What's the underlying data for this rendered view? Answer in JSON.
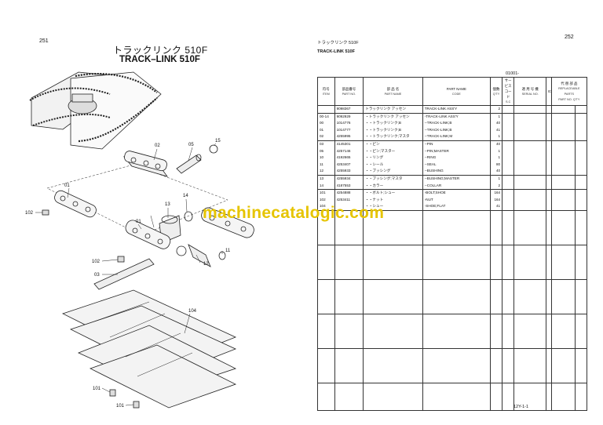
{
  "left_page": {
    "page_number": "251",
    "title_jp": "トラックリンク 510F",
    "title_en": "TRACK–LINK 510F",
    "callouts": [
      "01",
      "02",
      "05",
      "15",
      "14",
      "13",
      "12",
      "11",
      "01",
      "102",
      "102",
      "03",
      "104",
      "101",
      "101"
    ]
  },
  "right_page": {
    "page_number": "252",
    "title_jp": "トラックリンク 510F",
    "title_en": "TRACK-LINK 510F",
    "code": "01001-",
    "headers": {
      "item": {
        "jp": "符号",
        "en": "ITEM"
      },
      "part_no": {
        "jp": "部品番号",
        "en": "PART NO."
      },
      "part_name_jp": {
        "jp": "部 品 名",
        "en": "PART NAME"
      },
      "part_name_en": {
        "jp": "PART NAME",
        "en": "CODE"
      },
      "qty": {
        "jp": "個数",
        "en": "Q'TY"
      },
      "sc": {
        "jp": "サービスコード",
        "en": "S.C"
      },
      "serial": {
        "jp": "適 用 号 機",
        "en": "SERIAL NO."
      },
      "replaceable": {
        "jp": "代 替 部 品",
        "en": "REPLACEABLE PARTS"
      },
      "rep_part_no": {
        "jp": "部品番号",
        "en": "PART NO."
      },
      "rep_qty": {
        "jp": "個数",
        "en": "Q'TY"
      },
      "ex": "EX"
    },
    "rows": [
      {
        "item": "",
        "part_no": "9098367",
        "name_jp": "トラックリンク アッセン",
        "name_en": "TRACK-LINK ASS'Y",
        "qty": "2"
      },
      {
        "item": "00-14",
        "part_no": "9092929",
        "name_jp": "・トラックリンク アッセン",
        "name_en": "-TRACK-LINK ASS'Y",
        "qty": "1"
      },
      {
        "item": "00",
        "part_no": "1014776",
        "name_jp": "・・トラックリンク;B",
        "name_en": "--TRACK-LINK;B",
        "qty": "40"
      },
      {
        "item": "01",
        "part_no": "1014777",
        "name_jp": "・・トラックリンク;B",
        "name_en": "--TRACK-LINK;B",
        "qty": "41"
      },
      {
        "item": "02",
        "part_no": "4255995",
        "name_jp": "・・トラックリンク;マスタ",
        "name_en": "--TRACK-LINK;M",
        "qty": "1"
      },
      {
        "item": "03",
        "part_no": "4145301",
        "name_jp": "・・ピン",
        "name_en": "--PIN",
        "qty": "40"
      },
      {
        "item": "05",
        "part_no": "4257146",
        "name_jp": "・・ピン;マスター",
        "name_en": "--PIN;MASTER",
        "qty": "1"
      },
      {
        "item": "10",
        "part_no": "4192665",
        "name_jp": "・・リング",
        "name_en": "--RING",
        "qty": "1"
      },
      {
        "item": "11",
        "part_no": "4253407",
        "name_jp": "・・シール",
        "name_en": "--SEAL",
        "qty": "80"
      },
      {
        "item": "12",
        "part_no": "4255933",
        "name_jp": "・・ブッシング",
        "name_en": "--BUSHING",
        "qty": "40"
      },
      {
        "item": "13",
        "part_no": "4255934",
        "name_jp": "・・ブッシング;マスタ",
        "name_en": "--BUSHING;MASTER",
        "qty": "1"
      },
      {
        "item": "14",
        "part_no": "4187553",
        "name_jp": "・・カラー",
        "name_en": "--COLLAR",
        "qty": "2"
      },
      {
        "item": "101",
        "part_no": "4254888",
        "name_jp": "・・ボルト;シュー",
        "name_en": "-BOLT;SHOE",
        "qty": "164"
      },
      {
        "item": "102",
        "part_no": "4253411",
        "name_jp": "・・ナット",
        "name_en": "-NUT",
        "qty": "164"
      },
      {
        "item": "104",
        "part_no": "",
        "name_jp": "・・シュー",
        "name_en": "-SHOE;FLAT",
        "qty": "41"
      }
    ],
    "footer_code": "12Y-1-1"
  },
  "watermark": "machinecatalogic.com"
}
